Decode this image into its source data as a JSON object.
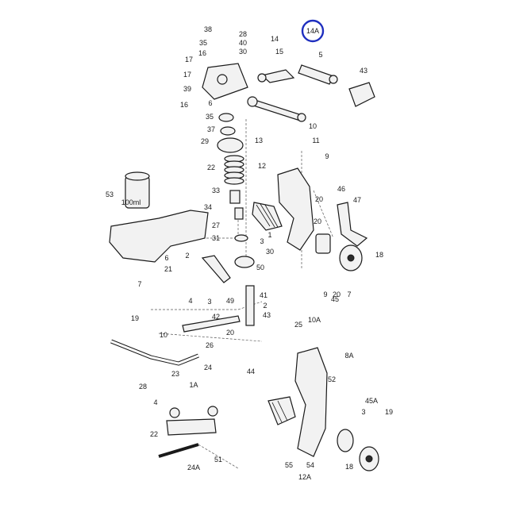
{
  "labels": [
    "38",
    "28",
    "35",
    "40",
    "30",
    "14",
    "14A",
    "15",
    "5",
    "16",
    "17",
    "43",
    "17",
    "39",
    "16",
    "6",
    "35",
    "37",
    "10",
    "13",
    "11",
    "29",
    "9",
    "22",
    "12",
    "20",
    "53",
    "33",
    "46",
    "47",
    "34",
    "100ml",
    "27",
    "20",
    "31",
    "3",
    "2",
    "18",
    "30",
    "1",
    "6",
    "21",
    "7",
    "50",
    "41",
    "45",
    "9",
    "20",
    "7",
    "4",
    "3",
    "49",
    "2",
    "43",
    "19",
    "42",
    "20",
    "25",
    "10A",
    "10",
    "26",
    "8A",
    "23",
    "24",
    "52",
    "44",
    "28",
    "1A",
    "4",
    "45A",
    "3",
    "19",
    "22",
    "51",
    "24A",
    "55",
    "54",
    "18",
    "12A"
  ],
  "highlight": {
    "label_index": 6,
    "color": "#1f2fbf"
  }
}
